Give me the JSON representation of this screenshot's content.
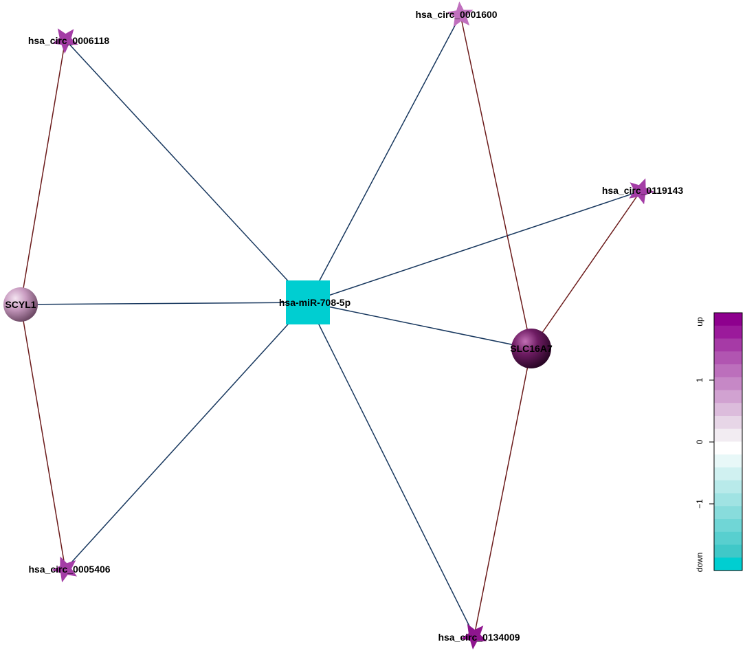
{
  "network": {
    "hub": {
      "id": "mir708",
      "label": "hsa-miR-708-5p",
      "color": "#00CED1",
      "shape": "square"
    },
    "mrnas": [
      {
        "id": "scyl1",
        "label": "SCYL1",
        "color": "#C89BC0",
        "shape": "sphere"
      },
      {
        "id": "slc16a7",
        "label": "SLC16A7",
        "color": "#6E1C63",
        "shape": "sphere"
      }
    ],
    "circrnas": [
      {
        "id": "c0006118",
        "label": "hsa_circ_0006118",
        "color": "#A43DA6",
        "shape": "star"
      },
      {
        "id": "c0001600",
        "label": "hsa_circ_0001600",
        "color": "#C070BE",
        "shape": "star"
      },
      {
        "id": "c0119143",
        "label": "hsa_circ_0119143",
        "color": "#A43DA6",
        "shape": "star"
      },
      {
        "id": "c0005406",
        "label": "hsa_circ_0005406",
        "color": "#A43DA6",
        "shape": "star"
      },
      {
        "id": "c0134009",
        "label": "hsa_circ_0134009",
        "color": "#8E158E",
        "shape": "star"
      }
    ],
    "edges": [
      {
        "from": "mir708",
        "to": "c0006118",
        "color": "#17375E"
      },
      {
        "from": "mir708",
        "to": "c0001600",
        "color": "#17375E"
      },
      {
        "from": "mir708",
        "to": "c0119143",
        "color": "#17375E"
      },
      {
        "from": "mir708",
        "to": "c0005406",
        "color": "#17375E"
      },
      {
        "from": "mir708",
        "to": "c0134009",
        "color": "#17375E"
      },
      {
        "from": "mir708",
        "to": "scyl1",
        "color": "#17375E"
      },
      {
        "from": "mir708",
        "to": "slc16a7",
        "color": "#17375E"
      },
      {
        "from": "scyl1",
        "to": "c0006118",
        "color": "#6B1A1A"
      },
      {
        "from": "scyl1",
        "to": "c0005406",
        "color": "#6B1A1A"
      },
      {
        "from": "slc16a7",
        "to": "c0001600",
        "color": "#6B1A1A"
      },
      {
        "from": "slc16a7",
        "to": "c0119143",
        "color": "#6B1A1A"
      },
      {
        "from": "slc16a7",
        "to": "c0134009",
        "color": "#6B1A1A"
      }
    ]
  },
  "legend": {
    "top_label": "up",
    "bottom_label": "down",
    "ticks": [
      "1",
      "0",
      "−1"
    ],
    "colors": [
      "#8E008E",
      "#9B1A9B",
      "#A63AA6",
      "#B155B1",
      "#BC6FBC",
      "#C688C6",
      "#D1A2D1",
      "#DCBCDC",
      "#E7D6E7",
      "#F2ECF2",
      "#FFFFFF",
      "#E8F8F8",
      "#D0F1F1",
      "#B8EAEA",
      "#A0E3E3",
      "#88DCDC",
      "#70D6D6",
      "#58CFCF",
      "#40C8C8",
      "#00CED1"
    ]
  }
}
